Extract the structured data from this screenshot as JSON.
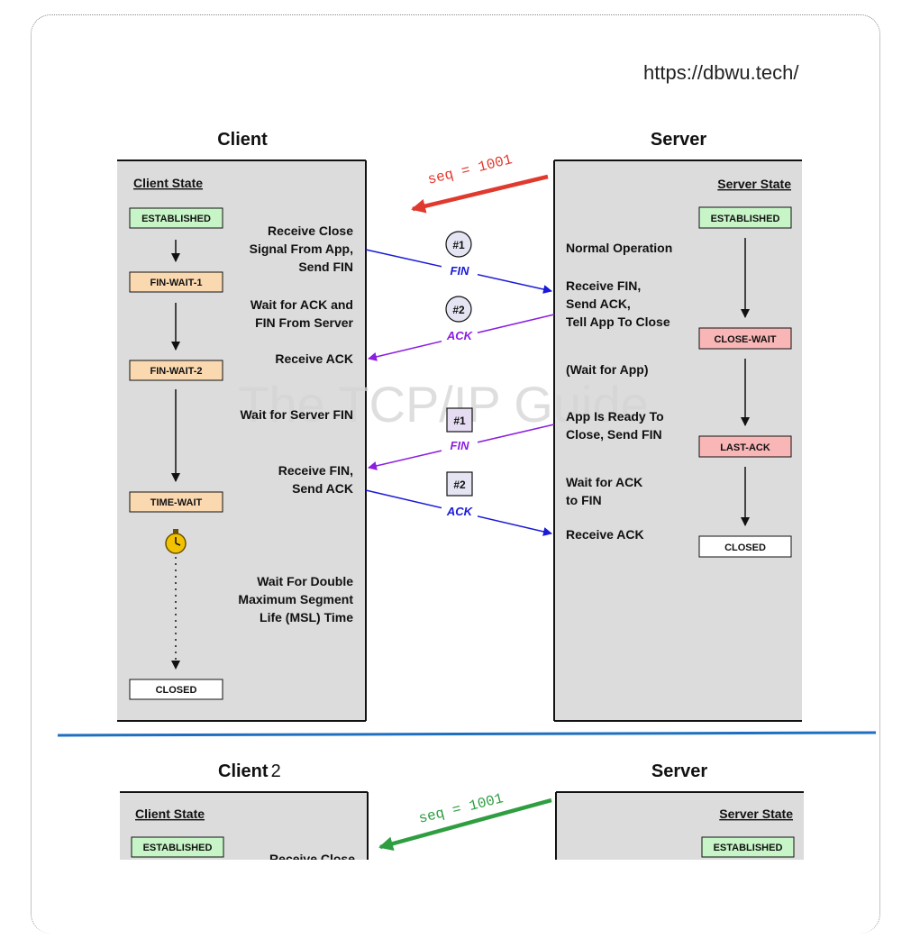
{
  "url": "https://dbwu.tech/",
  "watermark": "The TCP/IP Guide",
  "top": {
    "client_title": "Client",
    "server_title": "Server",
    "client_state_label": "Client State",
    "server_state_label": "Server State",
    "seq_label": "seq = 1001",
    "client_states": [
      "ESTABLISHED",
      "FIN-WAIT-1",
      "FIN-WAIT-2",
      "TIME-WAIT",
      "CLOSED"
    ],
    "server_states": [
      "ESTABLISHED",
      "CLOSE-WAIT",
      "LAST-ACK",
      "CLOSED"
    ],
    "client_notes": [
      [
        "Receive Close",
        "Signal From App,",
        "Send FIN"
      ],
      [
        "Wait for ACK and",
        "FIN From Server"
      ],
      [
        "Receive ACK"
      ],
      [
        "Wait for Server FIN"
      ],
      [
        "Receive FIN,",
        "Send ACK"
      ],
      [
        "Wait For Double",
        "Maximum Segment",
        "Life (MSL) Time"
      ]
    ],
    "server_notes": [
      [
        "Normal Operation"
      ],
      [
        "Receive FIN,",
        "Send ACK,",
        "Tell App To Close"
      ],
      [
        "(Wait for App)"
      ],
      [
        "App Is Ready To",
        "Close, Send FIN"
      ],
      [
        "Wait for ACK",
        "to FIN"
      ],
      [
        "Receive ACK"
      ]
    ],
    "messages": [
      {
        "badge": "#1",
        "label": "FIN"
      },
      {
        "badge": "#2",
        "label": "ACK"
      },
      {
        "badge": "#1",
        "label": "FIN"
      },
      {
        "badge": "#2",
        "label": "ACK"
      }
    ]
  },
  "bottom": {
    "client_title": "Client",
    "client_title_suffix": "2",
    "server_title": "Server",
    "client_state_label": "Client State",
    "server_state_label": "Server State",
    "seq_label": "seq = 1001",
    "client_state": "ESTABLISHED",
    "server_state": "ESTABLISHED",
    "partial_note": "Receive Close"
  },
  "colors": {
    "panel": "#dcdcdc",
    "established": "#c8f5c8",
    "fin_wait": "#fbd9b0",
    "close_wait": "#f9b6b6",
    "closed": "#ffffff",
    "arrow_blue": "#1a1ad8",
    "arrow_purple": "#8b1ee0",
    "seq_red": "#e03a2f",
    "seq_green": "#2e9e40",
    "divider": "#1f6fc0"
  }
}
